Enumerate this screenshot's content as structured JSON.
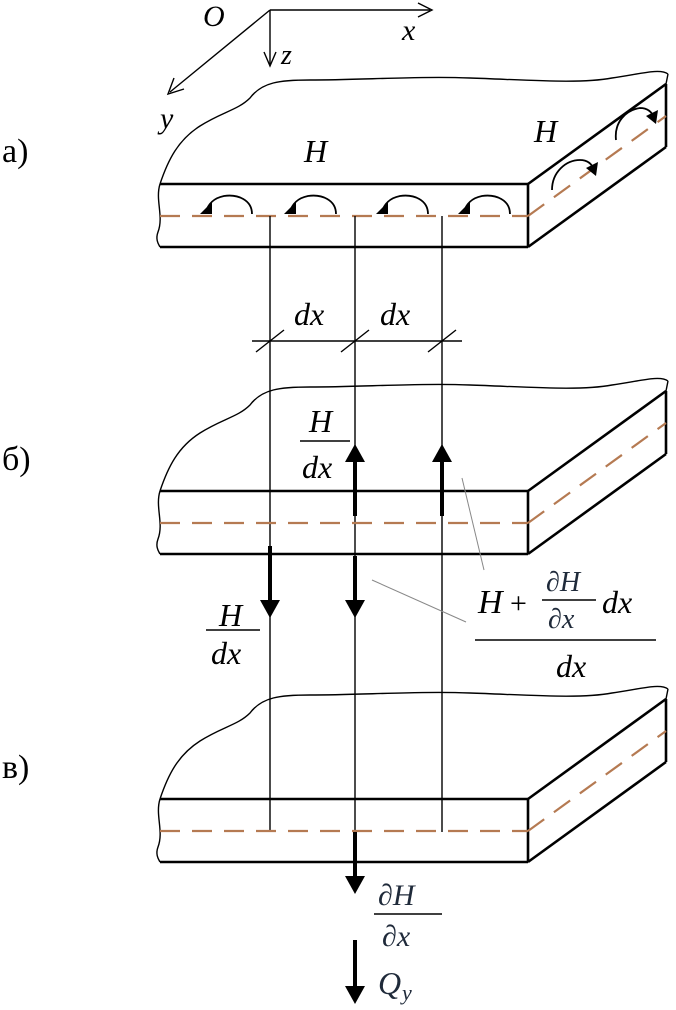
{
  "axes": {
    "origin": "O",
    "x": "x",
    "y": "y",
    "z": "z"
  },
  "panels": {
    "a": "а)",
    "b": "б)",
    "c": "в)"
  },
  "labels": {
    "H_top": "H",
    "H_side": "H",
    "dx_1": "dx",
    "dx_2": "dx",
    "frac_up_num": "H",
    "frac_up_den": "dx",
    "frac_down_num": "H",
    "frac_down_den": "dx",
    "big_H": "H",
    "big_plus": "+",
    "big_partial_num": "∂H",
    "big_partial_den": "∂x",
    "big_dx": "dx",
    "big_den": "dx",
    "res_num": "∂H",
    "res_den": "∂x",
    "Q_main": "Q",
    "Q_sub": "y"
  }
}
